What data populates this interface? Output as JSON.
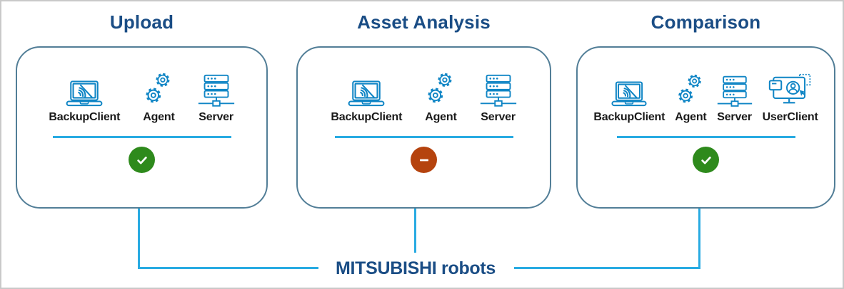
{
  "colors": {
    "title_navy": "#1a4d85",
    "box_border_steel": "#527e97",
    "icon_blue": "#0f85c5",
    "line_blue": "#29abe2",
    "success_green": "#2e8a1c",
    "blocked_orange": "#b5430e",
    "label_black": "#1a1a1a",
    "frame_gray": "#c9c9c9"
  },
  "panels": [
    {
      "title": "Upload",
      "items": [
        {
          "icon": "backup-client-laptop-icon",
          "label": "BackupClient"
        },
        {
          "icon": "agent-gears-icon",
          "label": "Agent"
        },
        {
          "icon": "server-rack-icon",
          "label": "Server"
        }
      ],
      "status": "check",
      "status_icon": "check-icon"
    },
    {
      "title": "Asset Analysis",
      "items": [
        {
          "icon": "backup-client-laptop-icon",
          "label": "BackupClient"
        },
        {
          "icon": "agent-gears-icon",
          "label": "Agent"
        },
        {
          "icon": "server-rack-icon",
          "label": "Server"
        }
      ],
      "status": "minus",
      "status_icon": "minus-icon"
    },
    {
      "title": "Comparison",
      "items": [
        {
          "icon": "backup-client-laptop-icon",
          "label": "BackupClient"
        },
        {
          "icon": "agent-gears-icon",
          "label": "Agent"
        },
        {
          "icon": "server-rack-icon",
          "label": "Server"
        },
        {
          "icon": "user-client-monitor-icon",
          "label": "UserClient"
        }
      ],
      "status": "check",
      "status_icon": "check-icon"
    }
  ],
  "footer": {
    "label": "MITSUBISHI robots"
  }
}
